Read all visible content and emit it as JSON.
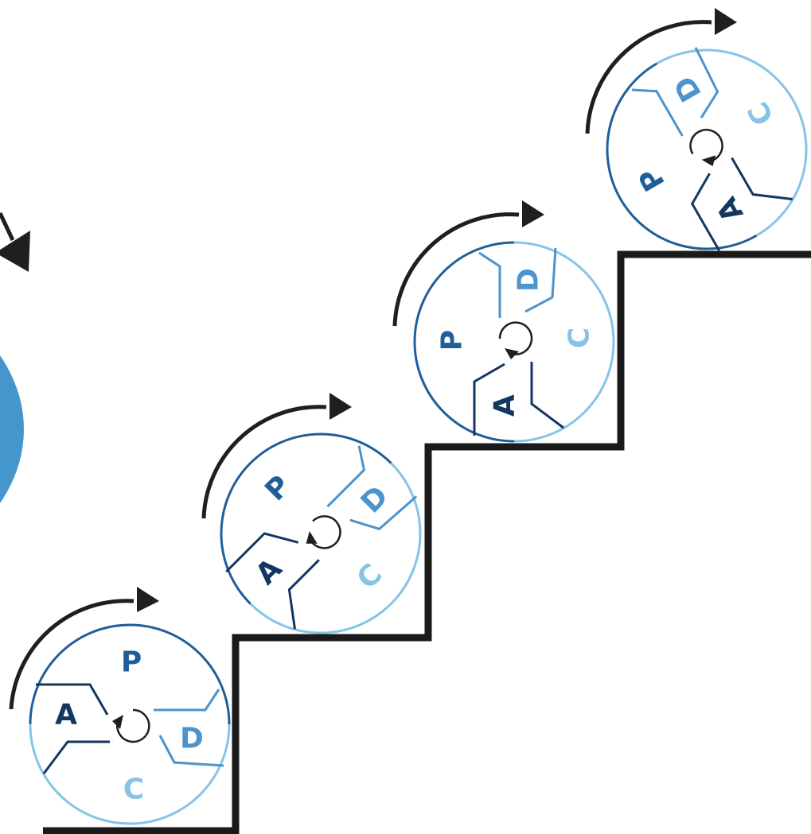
{
  "diagram": {
    "colors": {
      "dark": "#13375f",
      "mid": "#1f5f99",
      "light": "#4d93cc",
      "pale": "#86c4e6",
      "stairs": "#1a1a1a",
      "ball": "#4596cd",
      "arrow": "#1f1f1f"
    },
    "wheels": [
      {
        "name": "wheel-step-1",
        "letters": {
          "plan": "P",
          "do": "D",
          "check": "C",
          "act": "A"
        }
      },
      {
        "name": "wheel-step-2",
        "letters": {
          "plan": "P",
          "do": "D",
          "check": "C",
          "act": "A"
        }
      },
      {
        "name": "wheel-step-3",
        "letters": {
          "plan": "P",
          "do": "D",
          "check": "C",
          "act": "A"
        }
      },
      {
        "name": "wheel-step-4",
        "letters": {
          "plan": "P",
          "do": "D",
          "check": "C",
          "act": "A"
        }
      }
    ]
  }
}
